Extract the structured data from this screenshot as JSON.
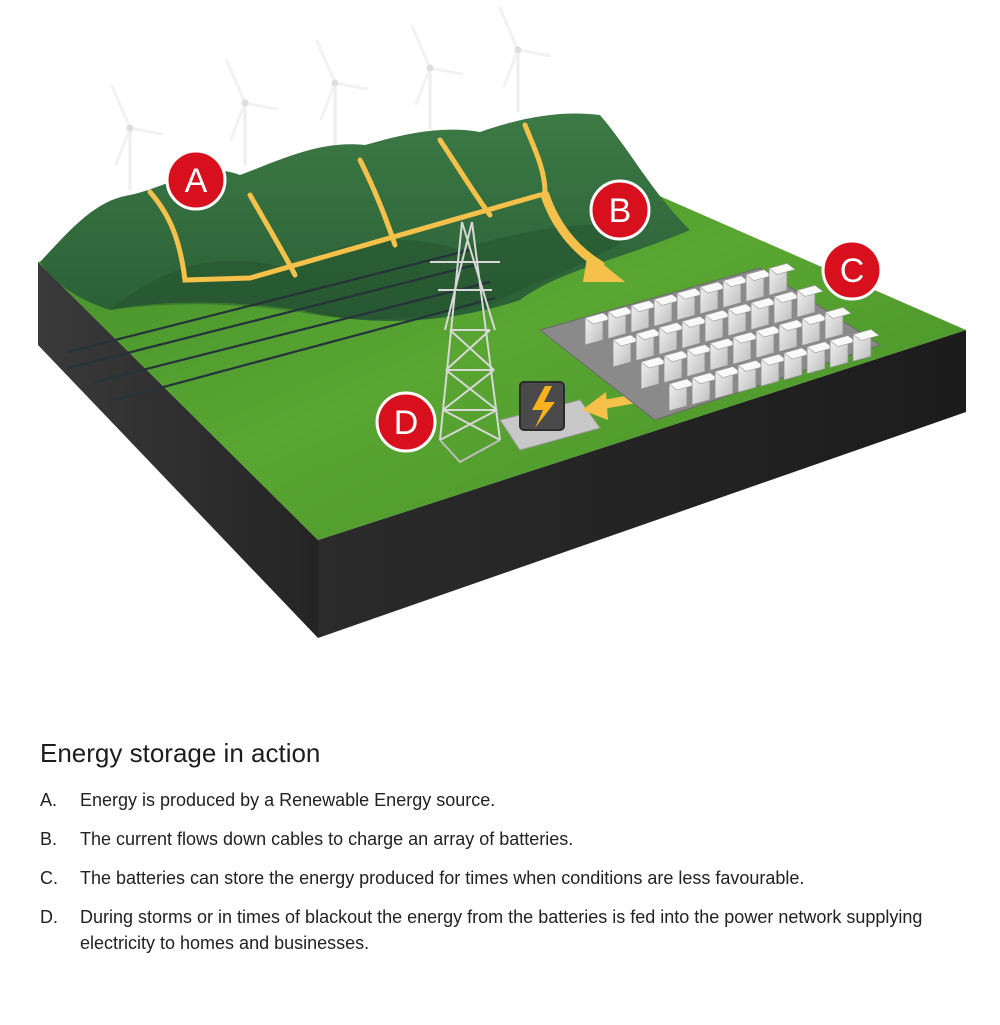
{
  "diagram": {
    "markers": [
      {
        "id": "A",
        "label": "A"
      },
      {
        "id": "B",
        "label": "B"
      },
      {
        "id": "C",
        "label": "C"
      },
      {
        "id": "D",
        "label": "D"
      }
    ],
    "colors": {
      "marker": "#d8101e",
      "flow": "#f6c14a",
      "grass": "#4f9a2c",
      "hill": "#2f6e3a",
      "soil": "#2a2a2a"
    },
    "icons": [
      "wind-turbine-icon",
      "transmission-tower-icon",
      "lightning-bolt-icon",
      "battery-unit-icon"
    ]
  },
  "caption": {
    "title": "Energy storage in action",
    "items": [
      {
        "letter": "A.",
        "text": "Energy is produced by a Renewable Energy source."
      },
      {
        "letter": "B.",
        "text": "The current flows down cables to charge an array of batteries."
      },
      {
        "letter": "C.",
        "text": "The batteries can store the energy produced for times when conditions are less favourable."
      },
      {
        "letter": "D.",
        "text": "During storms or in times of blackout the energy from the batteries is fed into the power network supplying electricity to homes and businesses."
      }
    ]
  }
}
